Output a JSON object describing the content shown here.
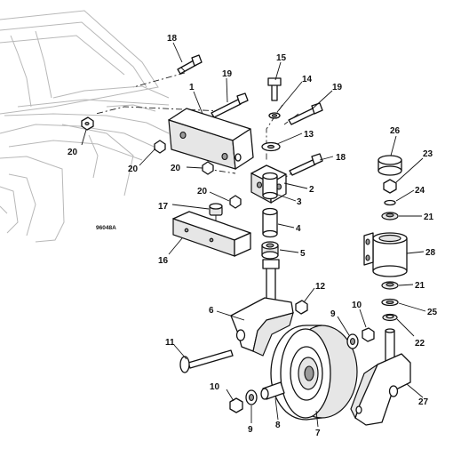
{
  "figure_id": "96048A",
  "callouts": {
    "c1": "1",
    "c2": "2",
    "c3": "3",
    "c4": "4",
    "c5": "5",
    "c6": "6",
    "c7": "7",
    "c8": "8",
    "c9a": "9",
    "c9b": "9",
    "c10a": "10",
    "c10b": "10",
    "c11": "11",
    "c12": "12",
    "c13": "13",
    "c14": "14",
    "c15": "15",
    "c16": "16",
    "c17": "17",
    "c18a": "18",
    "c18b": "18",
    "c19a": "19",
    "c19b": "19",
    "c20a": "20",
    "c20b": "20",
    "c20c": "20",
    "c20d": "20",
    "c21a": "21",
    "c21b": "21",
    "c22": "22",
    "c23": "23",
    "c24": "24",
    "c25": "25",
    "c26": "26",
    "c27": "27",
    "c28": "28"
  }
}
